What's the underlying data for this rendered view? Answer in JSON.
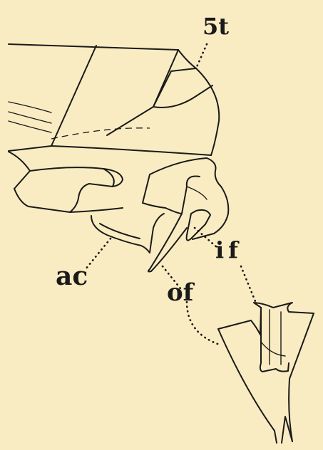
{
  "labels": {
    "fifth_tergite": "5t",
    "inner_fork": "if",
    "accessory": "ac",
    "outer_fork": "of"
  }
}
